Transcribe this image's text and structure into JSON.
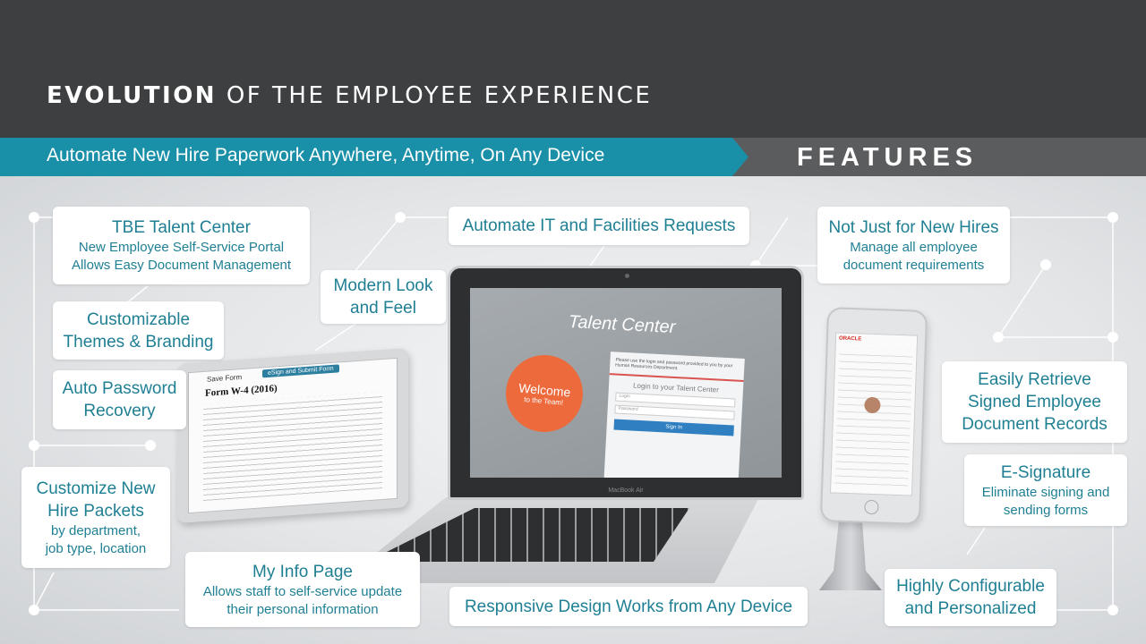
{
  "header": {
    "title_strong": "EVOLUTION",
    "title_rest": "OF THE EMPLOYEE EXPERIENCE",
    "subtitle": "Automate New Hire Paperwork Anywhere, Anytime, On Any Device",
    "features_label": "FEATURES"
  },
  "colors": {
    "header_bg": "#3e3f40",
    "accent_teal": "#1a8fa8",
    "features_band": "#5b5c5e",
    "card_text": "#1f7f93",
    "welcome_orange": "#ec6a3c"
  },
  "cards": {
    "tbe": {
      "title": "TBE Talent Center",
      "line1": "New Employee Self-Service Portal",
      "line2": "Allows Easy Document Management"
    },
    "themes": {
      "line1": "Customizable",
      "line2": "Themes & Branding"
    },
    "password": {
      "line1": "Auto Password",
      "line2": "Recovery"
    },
    "packets": {
      "line1": "Customize New",
      "line2": "Hire Packets",
      "sub1": "by department,",
      "sub2": "job type, location"
    },
    "modern": {
      "line1": "Modern Look",
      "line2": "and Feel"
    },
    "it": {
      "title": "Automate IT and Facilities Requests"
    },
    "newhires": {
      "title": "Not Just for New Hires",
      "line1": "Manage all employee",
      "line2": "document requirements"
    },
    "retrieve": {
      "line1": "Easily Retrieve",
      "line2": "Signed Employee",
      "line3": "Document Records"
    },
    "esign": {
      "title": "E-Signature",
      "line1": "Eliminate signing and",
      "line2": "sending forms"
    },
    "myinfo": {
      "title": "My Info Page",
      "line1": "Allows staff to self-service update",
      "line2": "their personal information"
    },
    "responsive": {
      "title": "Responsive Design Works from Any Device"
    },
    "config": {
      "line1": "Highly Configurable",
      "line2": "and Personalized"
    }
  },
  "devices": {
    "tablet": {
      "toolbar": "Save Form",
      "button": "eSign and Submit Form",
      "form_title": "Form W-4 (2016)"
    },
    "laptop": {
      "app_title": "Talent Center",
      "welcome_line1": "Welcome",
      "welcome_line2": "to the Team!",
      "login_title": "Login to your Talent Center",
      "login_note": "Please use the login and password provided to you by your Human Resources Department.",
      "field_login": "Login",
      "field_password": "Password",
      "signin_button": "Sign In",
      "brand": "MacBook Air"
    },
    "phone": {
      "brand": "ORACLE"
    }
  }
}
